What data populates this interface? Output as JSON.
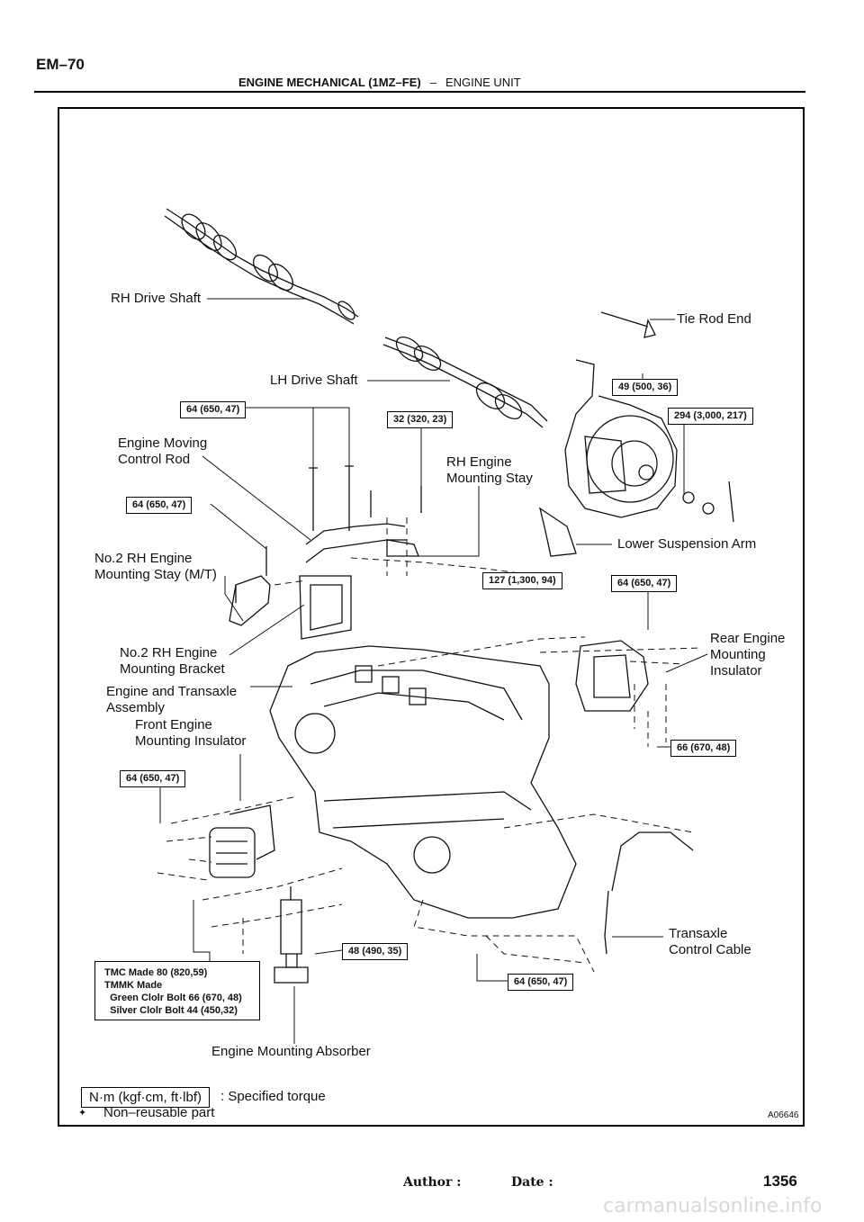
{
  "header": {
    "code": "EM–70",
    "title": "ENGINE MECHANICAL (1MZ–FE)",
    "separator": "–",
    "section": "ENGINE UNIT"
  },
  "labels": {
    "rh_drive_shaft": "RH Drive Shaft",
    "tie_rod_end": "Tie Rod End",
    "lh_drive_shaft": "LH Drive Shaft",
    "engine_moving_control_rod": "Engine Moving\nControl Rod",
    "rh_engine_mounting_stay": "RH Engine\nMounting Stay",
    "lower_suspension_arm": "Lower Suspension Arm",
    "no2_rh_engine_mounting_stay": "No.2 RH Engine\nMounting Stay (M/T)",
    "no2_rh_engine_mounting_bracket": "No.2 RH Engine\nMounting Bracket",
    "rear_engine_mounting_insulator": "Rear Engine\nMounting\nInsulator",
    "engine_and_transaxle_assembly": "Engine and Transaxle\nAssembly",
    "front_engine_mounting_insulator": "Front Engine\nMounting Insulator",
    "transaxle_control_cable": "Transaxle\nControl Cable",
    "engine_mounting_absorber": "Engine Mounting Absorber"
  },
  "torques": {
    "t_49": "49 (500, 36)",
    "t_294": "294 (3,000, 217)",
    "t_64_a": "64 (650, 47)",
    "t_32": "32 (320, 23)",
    "t_64_b": "64 (650, 47)",
    "t_127": "127 (1,300, 94)",
    "t_64_c": "64 (650, 47)",
    "t_66": "66 (670, 48)",
    "t_64_d": "64 (650, 47)",
    "t_48": "48 (490, 35)",
    "t_64_e": "64 (650, 47)"
  },
  "tmc_note": {
    "line1": "TMC Made 80 (820,59)",
    "line2": "TMMK Made",
    "line3": "  Green Clolr Bolt 66 (670, 48)",
    "line4": "  Silver Clolr Bolt 44 (450,32)"
  },
  "legend": {
    "unit_box": "N·m (kgf·cm, ft·lbf)",
    "unit_text": ": Specified torque",
    "nonreusable_mark": "✦",
    "nonreusable_text": "Non–reusable part"
  },
  "figure_code": "A06646",
  "footer": {
    "page_number": "1356",
    "author_label": "Author :",
    "date_label": "Date :"
  },
  "watermark": "carmanualsonline.info"
}
